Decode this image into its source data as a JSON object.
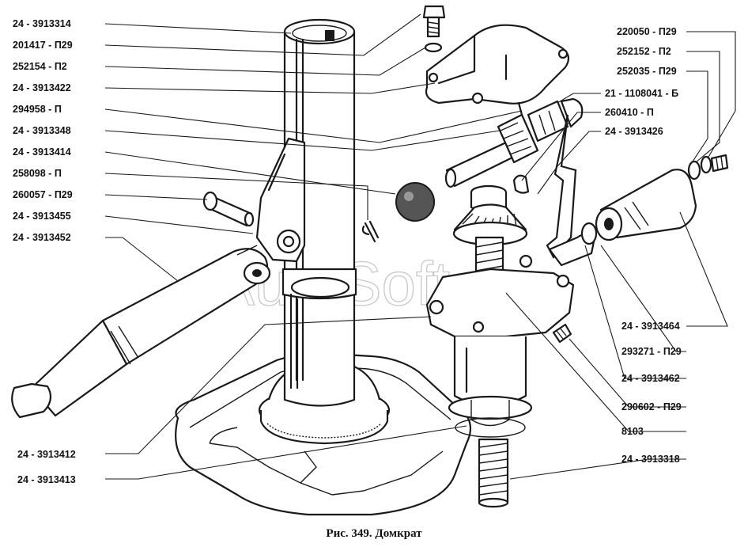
{
  "caption": "Рис. 349. Домкрат",
  "watermark": "AutoSoft",
  "labels_left": [
    {
      "text": "24 - 3913314"
    },
    {
      "text": "201417 - П29"
    },
    {
      "text": "252154 - П2"
    },
    {
      "text": "24 - 3913422"
    },
    {
      "text": "294958 - П"
    },
    {
      "text": "24 - 3913348"
    },
    {
      "text": "24 - 3913414"
    },
    {
      "text": "258098 - П"
    },
    {
      "text": "260057 - П29"
    },
    {
      "text": "24 - 3913455"
    },
    {
      "text": "24 - 3913452"
    },
    {
      "text": "24 - 3913412"
    },
    {
      "text": "24 - 3913413"
    }
  ],
  "labels_right": [
    {
      "text": "220050 - П29"
    },
    {
      "text": "252152 - П2"
    },
    {
      "text": "252035 - П29"
    },
    {
      "text": "21 - 1108041 - Б"
    },
    {
      "text": "260410 - П"
    },
    {
      "text": "24 - 3913426"
    },
    {
      "text": "24 - 3913464"
    },
    {
      "text": "293271 - П29"
    },
    {
      "text": "24 - 3913462"
    },
    {
      "text": "290602 - П29"
    },
    {
      "text": "8103"
    },
    {
      "text": "24 - 3913318"
    }
  ]
}
